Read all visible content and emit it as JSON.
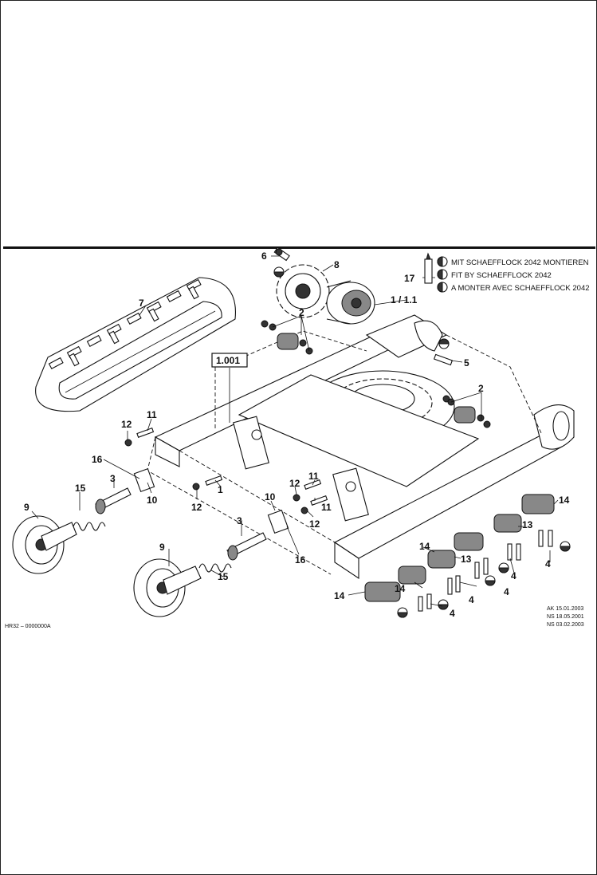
{
  "callouts": {
    "c6": "6",
    "c8": "8",
    "c17": "17",
    "c1_1": "1 / 1.1",
    "c7": "7",
    "c2a": "2",
    "c1001": "1.001",
    "c5": "5",
    "c2b": "2",
    "c12a": "12",
    "c11a": "11",
    "c16a": "16",
    "c3a": "3",
    "c15a": "15",
    "c10a": "10",
    "c12b": "12",
    "c1a": "1",
    "c10b": "10",
    "c12c": "12",
    "c11b": "11",
    "c12d": "12",
    "c11c": "11",
    "c9a": "9",
    "c3b": "3",
    "c9b": "9",
    "c15b": "15",
    "c16b": "16",
    "c14a": "14",
    "c13a": "13",
    "c4a": "4",
    "c4b": "4",
    "c4c": "4",
    "c14b": "14",
    "c13b": "13",
    "c14c": "14",
    "c14d": "14",
    "c4d": "4",
    "c4e": "4"
  },
  "adhesive_notes": {
    "de": "MIT SCHAEFFLOCK 2042 MONTIEREN",
    "en": "FIT BY SCHAEFFLOCK 2042",
    "fr": "A MONTER AVEC SCHAEFFLOCK 2042"
  },
  "footer": {
    "drawing_id": "HR32 – 0000000A",
    "revisions": [
      "AK 15.01.2003",
      "NS 18.05.2001",
      "NS 03.02.2003"
    ]
  }
}
